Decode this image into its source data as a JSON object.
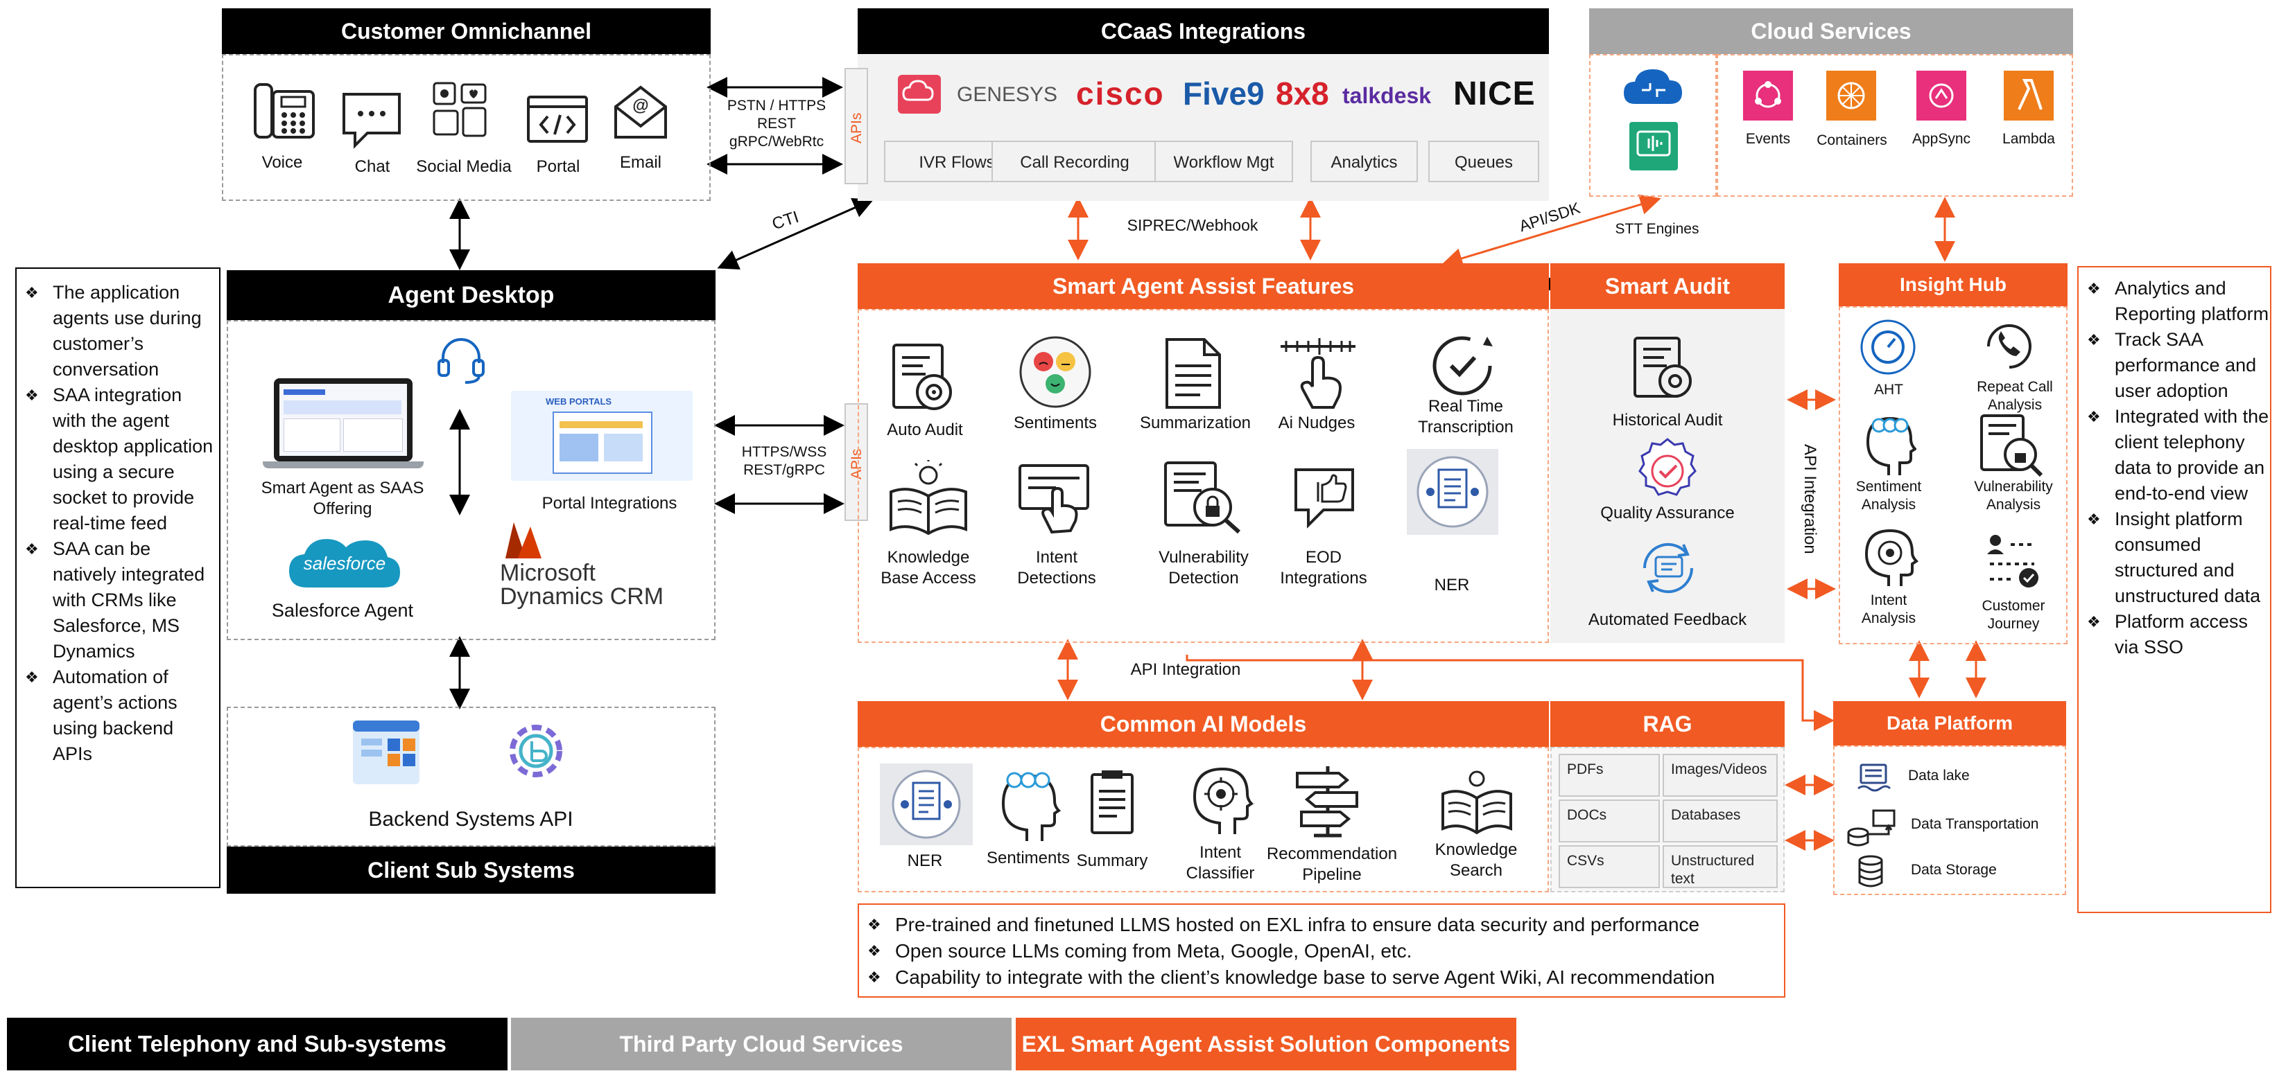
{
  "customer_omnichannel": {
    "title": "Customer Omnichannel",
    "channels": [
      "Voice",
      "Chat",
      "Social Media",
      "Portal",
      "Email"
    ]
  },
  "ccaas": {
    "title": "CCaaS Integrations",
    "apis_label": "APIs",
    "vendors": [
      "GENESYS",
      "cisco",
      "Five9",
      "8x8",
      "talkdesk",
      "NICE"
    ],
    "modules": [
      "IVR Flows",
      "Call Recording",
      "Workflow Mgt",
      "Analytics",
      "Queues"
    ]
  },
  "cloud_services": {
    "title": "Cloud Services",
    "stt_label": "STT Engines",
    "services": [
      "Events",
      "Containers",
      "AppSync",
      "Lambda"
    ]
  },
  "connectors": {
    "pstn": [
      "PSTN / HTTPS",
      "REST",
      "gRPC/WebRtc"
    ],
    "cti": "CTI",
    "siprec": "SIPREC/Webhook",
    "api_sdk": "API/SDK",
    "https_wss": [
      "HTTPS/WSS",
      "REST/gRPC"
    ],
    "apis_label": "APIs",
    "api_integration": "API Integration",
    "api_integration_vertical": "API Integration"
  },
  "agent_desktop": {
    "title": "Agent Desktop",
    "saas": "Smart Agent as SAAS Offering",
    "portal": "Portal Integrations",
    "portal_mock_title": "WEB PORTALS",
    "salesforce_logo": "salesforce",
    "salesforce": "Salesforce Agent",
    "msdyn_line1": "Microsoft",
    "msdyn_line2": "Dynamics CRM"
  },
  "client_sub_systems": {
    "backend": "Backend Systems API",
    "title": "Client Sub Systems"
  },
  "left_notes": [
    "The application agents use during customer’s conversation",
    "SAA integration with the agent desktop application using a secure socket to provide real-time feed",
    "SAA can be natively integrated with CRMs like Salesforce, MS Dynamics",
    "Automation of agent’s actions using backend APIs"
  ],
  "smart_agent_assist": {
    "title": "Smart Agent Assist Features",
    "features": [
      "Auto Audit",
      "Sentiments",
      "Summarization",
      "Ai Nudges",
      "Real Time Transcription",
      "Knowledge Base Access",
      "Intent Detections",
      "Vulnerability Detection",
      "EOD Integrations",
      "NER"
    ]
  },
  "smart_audit": {
    "title": "Smart Audit",
    "items": [
      "Historical Audit",
      "Quality Assurance",
      "Automated Feedback"
    ]
  },
  "insight_hub": {
    "title": "Insight Hub",
    "items": [
      "AHT",
      "Repeat Call Analysis",
      "Sentiment Analysis",
      "Vulnerability Analysis",
      "Intent Analysis",
      "Customer Journey"
    ]
  },
  "right_notes": [
    "Analytics and Reporting platform",
    "Track SAA performance and user adoption",
    "Integrated with the client telephony data to provide an end-to-end view",
    "Insight platform consumed structured and unstructured data",
    "Platform access via SSO"
  ],
  "common_ai": {
    "title": "Common AI Models",
    "models": [
      "NER",
      "Sentiments",
      "Summary",
      "Intent Classifier",
      "Recommendation Pipeline",
      "Knowledge Search"
    ]
  },
  "rag": {
    "title": "RAG",
    "cells": [
      "PDFs",
      "Images/Videos",
      "DOCs",
      "Databases",
      "CSVs",
      "Unstructured text"
    ]
  },
  "data_platform": {
    "title": "Data Platform",
    "items": [
      "Data lake",
      "Data Transportation",
      "Data Storage"
    ]
  },
  "llm_notes": [
    "Pre-trained and finetuned LLMS hosted on EXL infra to ensure data security and performance",
    "Open source LLMs coming from Meta, Google, OpenAI, etc.",
    "Capability to integrate with the client’s knowledge base to serve Agent Wiki, AI recommendation"
  ],
  "legend": {
    "client": "Client Telephony and Sub-systems",
    "third_party": "Third Party Cloud Services",
    "exl": "EXL Smart Agent Assist Solution Components"
  },
  "colors": {
    "orange": "#f15a22",
    "black": "#000000",
    "grey": "#a6a6a6"
  }
}
